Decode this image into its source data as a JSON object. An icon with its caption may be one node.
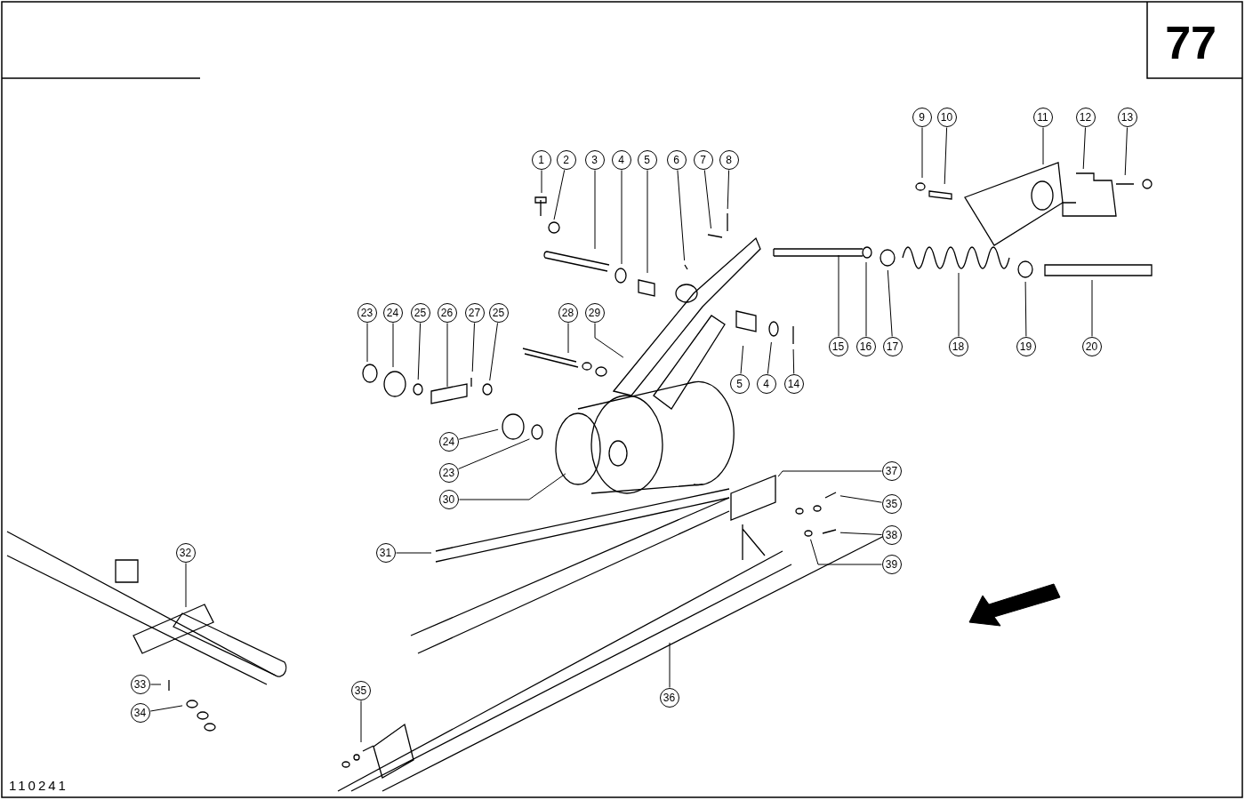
{
  "diagram": {
    "nodes": [
      {
        "text": [
          "1"
        ]
      },
      {
        "text": [
          "2"
        ]
      },
      {
        "text": [
          "3"
        ]
      },
      {
        "text": [
          "4"
        ]
      },
      {
        "text": [
          "5"
        ]
      },
      {
        "text": [
          "6"
        ]
      },
      {
        "text": [
          "7"
        ]
      },
      {
        "text": [
          "8"
        ]
      },
      {
        "text": [
          "9"
        ]
      },
      {
        "text": [
          "10"
        ]
      },
      {
        "text": [
          "11"
        ]
      },
      {
        "text": [
          "12"
        ]
      },
      {
        "text": [
          "13"
        ]
      },
      {
        "text": [
          "23"
        ]
      },
      {
        "text": [
          "24"
        ]
      },
      {
        "text": [
          "25"
        ]
      },
      {
        "text": [
          "26"
        ]
      },
      {
        "text": [
          "27"
        ]
      },
      {
        "text": [
          "25"
        ]
      },
      {
        "text": [
          "28"
        ]
      },
      {
        "text": [
          "29"
        ]
      },
      {
        "text": [
          "5"
        ]
      },
      {
        "text": [
          "4"
        ]
      },
      {
        "text": [
          "14"
        ]
      },
      {
        "text": [
          "15"
        ]
      },
      {
        "text": [
          "16"
        ]
      },
      {
        "text": [
          "17"
        ]
      },
      {
        "text": [
          "18"
        ]
      },
      {
        "text": [
          "19"
        ]
      },
      {
        "text": [
          "20"
        ]
      },
      {
        "text": [
          "24"
        ]
      },
      {
        "text": [
          "23"
        ]
      },
      {
        "text": [
          "30"
        ]
      },
      {
        "text": [
          "37"
        ]
      },
      {
        "text": [
          "35"
        ]
      },
      {
        "text": [
          "31"
        ]
      },
      {
        "text": [
          "38"
        ]
      },
      {
        "text": [
          "39"
        ]
      },
      {
        "text": [
          "32"
        ]
      },
      {
        "text": [
          "33"
        ]
      },
      {
        "text": [
          "34"
        ]
      },
      {
        "text": [
          "36"
        ]
      },
      {
        "text": [
          "35"
        ]
      }
    ],
    "edges": [
      {
        "from": 0,
        "to": null,
        "arrow": "none"
      },
      {
        "from": 1,
        "to": null,
        "arrow": "none"
      },
      {
        "from": 2,
        "to": null,
        "arrow": "none"
      },
      {
        "from": 3,
        "to": null,
        "arrow": "none"
      },
      {
        "from": 4,
        "to": null,
        "arrow": "none"
      },
      {
        "from": 5,
        "to": null,
        "arrow": "none"
      },
      {
        "from": 6,
        "to": null,
        "arrow": "none"
      },
      {
        "from": 7,
        "to": null,
        "arrow": "none"
      },
      {
        "from": 8,
        "to": null,
        "arrow": "none"
      },
      {
        "from": 9,
        "to": null,
        "arrow": "none"
      },
      {
        "from": 10,
        "to": null,
        "arrow": "none"
      },
      {
        "from": 11,
        "to": null,
        "arrow": "none"
      },
      {
        "from": 12,
        "to": null,
        "arrow": "none"
      },
      {
        "from": 13,
        "to": null,
        "arrow": "none"
      },
      {
        "from": 14,
        "to": null,
        "arrow": "none"
      },
      {
        "from": 15,
        "to": null,
        "arrow": "none"
      },
      {
        "from": 16,
        "to": null,
        "arrow": "none"
      },
      {
        "from": 17,
        "to": null,
        "arrow": "none"
      },
      {
        "from": 18,
        "to": null,
        "arrow": "none"
      },
      {
        "from": 19,
        "to": null,
        "arrow": "none"
      },
      {
        "from": 20,
        "to": null,
        "arrow": "none"
      },
      {
        "from": 21,
        "to": null,
        "arrow": "none"
      },
      {
        "from": 22,
        "to": null,
        "arrow": "none"
      },
      {
        "from": 23,
        "to": null,
        "arrow": "none"
      },
      {
        "from": 24,
        "to": null,
        "arrow": "none"
      },
      {
        "from": 25,
        "to": null,
        "arrow": "none"
      },
      {
        "from": 26,
        "to": null,
        "arrow": "none"
      },
      {
        "from": 27,
        "to": null,
        "arrow": "none"
      },
      {
        "from": 28,
        "to": null,
        "arrow": "none"
      },
      {
        "from": 29,
        "to": null,
        "arrow": "none"
      },
      {
        "from": 30,
        "to": null,
        "arrow": "none"
      },
      {
        "from": 31,
        "to": null,
        "arrow": "none"
      },
      {
        "from": 32,
        "to": null,
        "arrow": "none"
      },
      {
        "from": 33,
        "to": null,
        "arrow": "none"
      },
      {
        "from": 34,
        "to": null,
        "arrow": "none"
      },
      {
        "from": 35,
        "to": null,
        "arrow": "none"
      },
      {
        "from": 36,
        "to": null,
        "arrow": "none"
      },
      {
        "from": 37,
        "to": null,
        "arrow": "none"
      },
      {
        "from": 38,
        "to": null,
        "arrow": "none"
      },
      {
        "from": 39,
        "to": null,
        "arrow": "none"
      },
      {
        "from": 40,
        "to": null,
        "arrow": "none"
      },
      {
        "from": 41,
        "to": null,
        "arrow": "none"
      },
      {
        "from": 42,
        "to": null,
        "arrow": "none"
      }
    ],
    "labels": [
      "77",
      "110241"
    ]
  }
}
